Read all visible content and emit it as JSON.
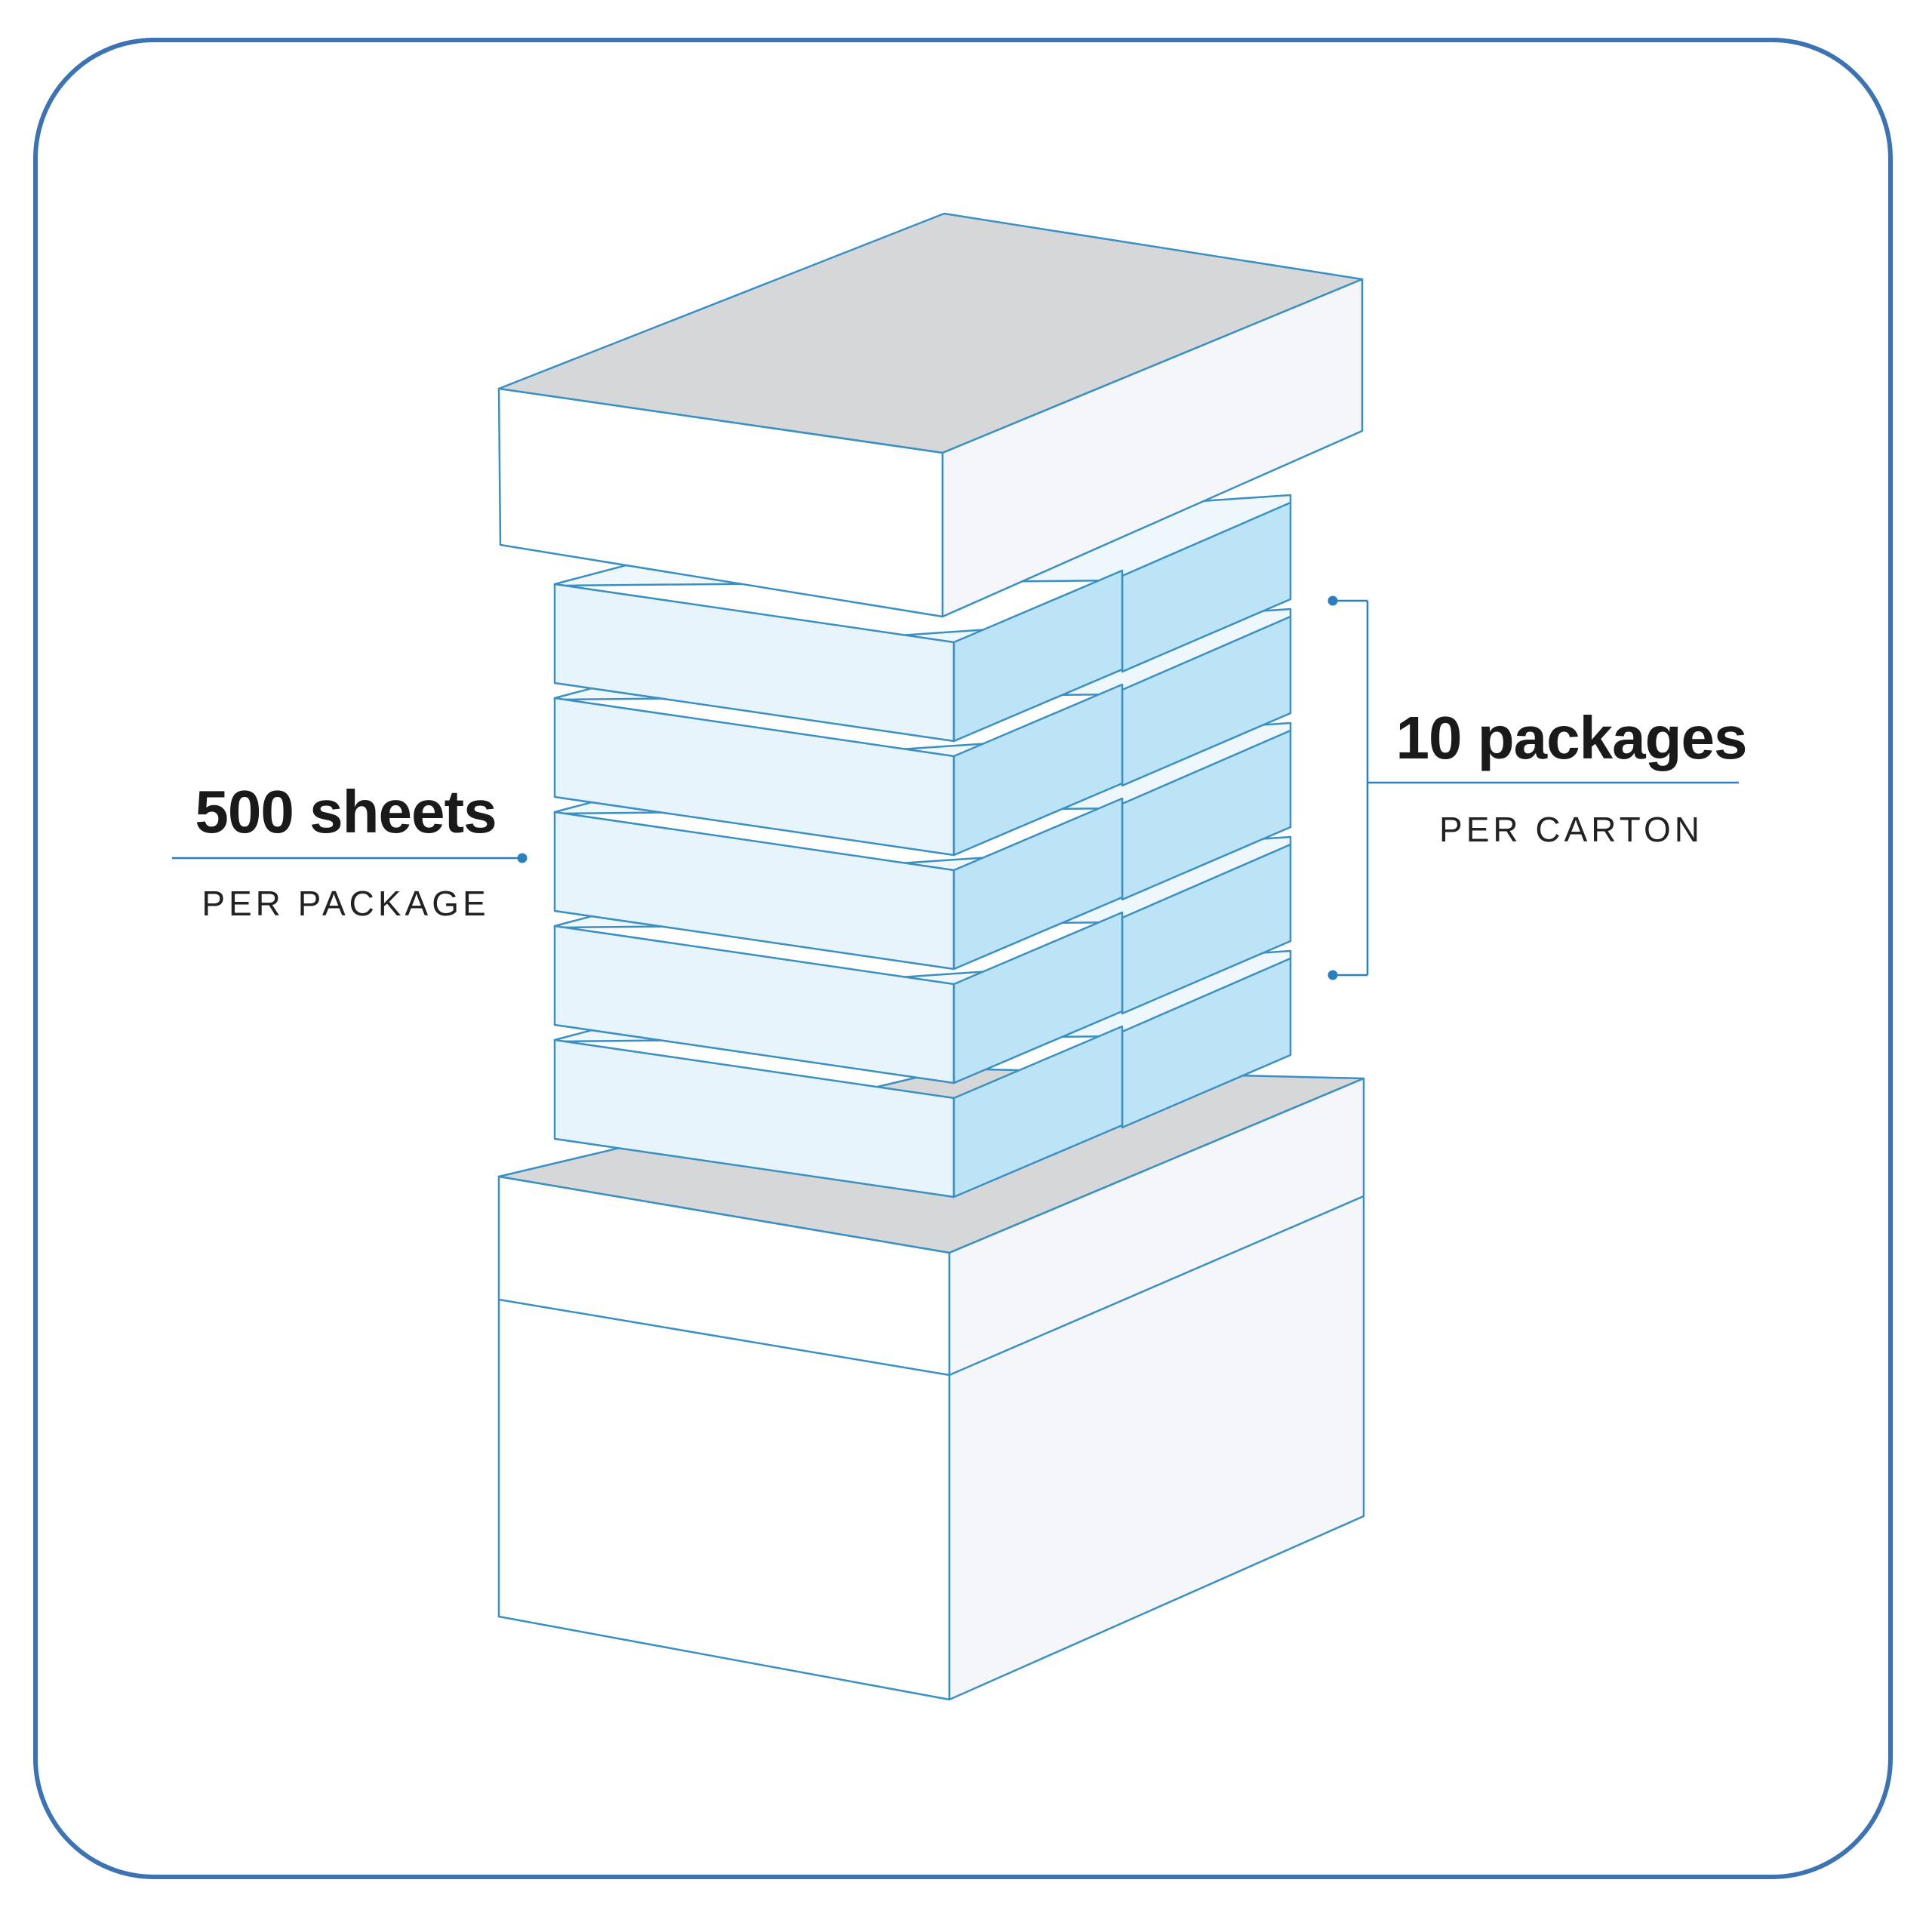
{
  "sheets_callout": {
    "value": "500 sheets",
    "unit": "PER PACKAGE"
  },
  "packages_callout": {
    "value": "10 packages",
    "unit": "PER CARTON"
  },
  "colors": {
    "frame": "#3b73b5",
    "outline": "#3a90c2",
    "carton_top": "#d6d7d9",
    "carton_front": "#ffffff",
    "carton_side": "#f4f6f9",
    "package_front": "#e8f4fb",
    "package_side": "#bde4f6",
    "package_top": "#eef7fc"
  }
}
